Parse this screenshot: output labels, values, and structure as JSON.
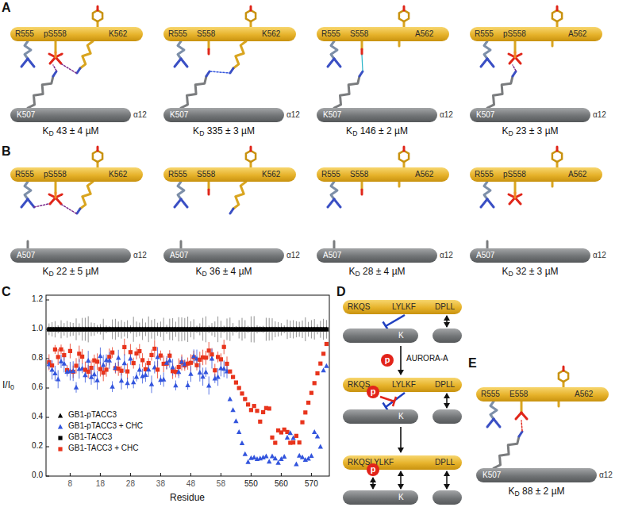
{
  "diagram": {
    "nodes": [
      {
        "text": [
          "R555",
          "pS558",
          "K562"
        ]
      },
      {
        "text": [
          "K507",
          "α12"
        ]
      },
      {
        "text": [
          "R555",
          "S558",
          "K562"
        ]
      },
      {
        "text": [
          "K507",
          "α12"
        ]
      },
      {
        "text": [
          "R555",
          "S558",
          "A562"
        ]
      },
      {
        "text": [
          "K507",
          "α12"
        ]
      },
      {
        "text": [
          "R555",
          "pS558",
          "A562"
        ]
      },
      {
        "text": [
          "K507",
          "α12"
        ]
      },
      {
        "text": [
          "R555",
          "pS558",
          "K562"
        ]
      },
      {
        "text": [
          "A507",
          "α12"
        ]
      },
      {
        "text": [
          "R555",
          "S558",
          "K562"
        ]
      },
      {
        "text": [
          "A507",
          "α12"
        ]
      },
      {
        "text": [
          "R555",
          "S558",
          "A562"
        ]
      },
      {
        "text": [
          "A507",
          "α12"
        ]
      },
      {
        "text": [
          "R555",
          "pS558",
          "A562"
        ]
      },
      {
        "text": [
          "A507",
          "α12"
        ]
      },
      {
        "text": [
          "RKQS",
          "LYLKF",
          "DPLL"
        ]
      },
      {
        "text": [
          "K"
        ]
      },
      {
        "text": [
          "p"
        ]
      },
      {
        "text": [
          "RKQS",
          "LYLKF",
          "DPLL"
        ]
      },
      {
        "text": [
          "p"
        ]
      },
      {
        "text": [
          "K"
        ]
      },
      {
        "text": [
          "RKQSLYLKF",
          "DPLL"
        ]
      },
      {
        "text": [
          "p"
        ]
      },
      {
        "text": [
          "K"
        ]
      },
      {
        "text": [
          "R555",
          "E558",
          "A562"
        ]
      },
      {
        "text": [
          "K507",
          "α12"
        ]
      }
    ],
    "labels": [
      "A",
      "B",
      "C",
      "D",
      "E",
      "KD 43 ± 4 µM",
      "KD 335 ± 3 µM",
      "KD 146 ± 2 µM",
      "KD 23 ± 3 µM",
      "KD 22 ± 5 µM",
      "KD 36 ± 4 µM",
      "KD 28 ± 4 µM",
      "KD 32 ± 3 µM",
      "KD 88 ± 2 µM",
      "AURORA-A",
      "I/I0",
      "0.0",
      "0.2",
      "0.4",
      "0.6",
      "0.8",
      "1.0",
      "1.2",
      "8",
      "18",
      "28",
      "38",
      "48",
      "58",
      "550",
      "560",
      "570",
      "Residue"
    ],
    "legend": [
      {
        "text": "GB1-pTACC3",
        "color": "#000000"
      },
      {
        "text": "GB1-pTACC3 + CHC",
        "color": "#3355dd"
      },
      {
        "text": "GB1-TACC3",
        "color": "#000000"
      },
      {
        "text": "GB1-TACC3 + CHC",
        "color": "#e8341c"
      }
    ]
  }
}
